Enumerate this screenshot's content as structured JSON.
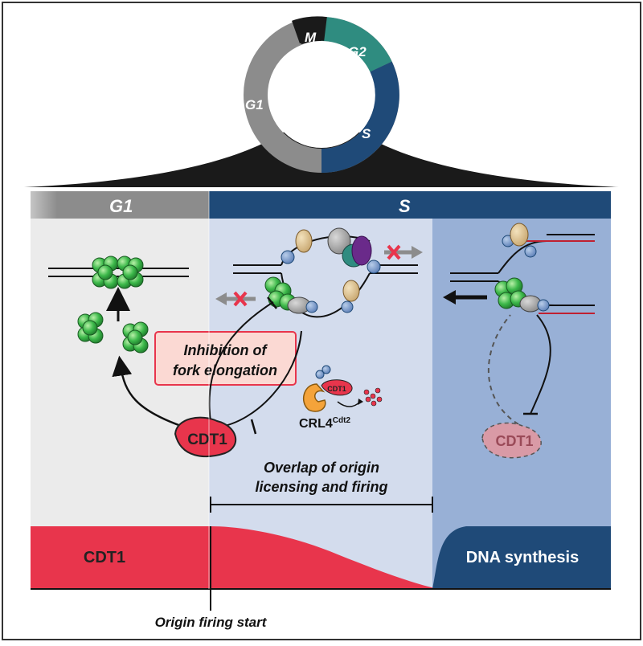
{
  "cell_cycle": {
    "phases": [
      "G1",
      "S",
      "G2",
      "M"
    ],
    "colors": {
      "G1": "#8c8c8c",
      "S": "#1f4a78",
      "G2": "#2f8c80",
      "M": "#1a1a1a"
    }
  },
  "header": {
    "g1_label": "G1",
    "s_label": "S"
  },
  "panels": {
    "box_label_line1": "Inhibition of",
    "box_label_line2": "fork elongation",
    "cdt1_active": "CDT1",
    "cdt1_degraded": "CDT1",
    "cdt1_small": "CDT1",
    "crl4_base": "CRL4",
    "crl4_sup": "Cdt2"
  },
  "overlap": {
    "line1": "Overlap of origin",
    "line2": "licensing and firing"
  },
  "bottom": {
    "cdt1_label": "CDT1",
    "dna_synthesis_label": "DNA synthesis",
    "origin_label": "Origin firing start"
  },
  "colors": {
    "g1_panel": "#ebebeb",
    "s_panel": "#d3dced",
    "late_s_panel": "#98b0d6",
    "cdt1_red": "#e8354c",
    "dna_blue": "#1f4a78",
    "mcm_green": "#3cb84a",
    "inhibit_box": "#fbd9d3",
    "inhibit_border": "#e8354c"
  }
}
